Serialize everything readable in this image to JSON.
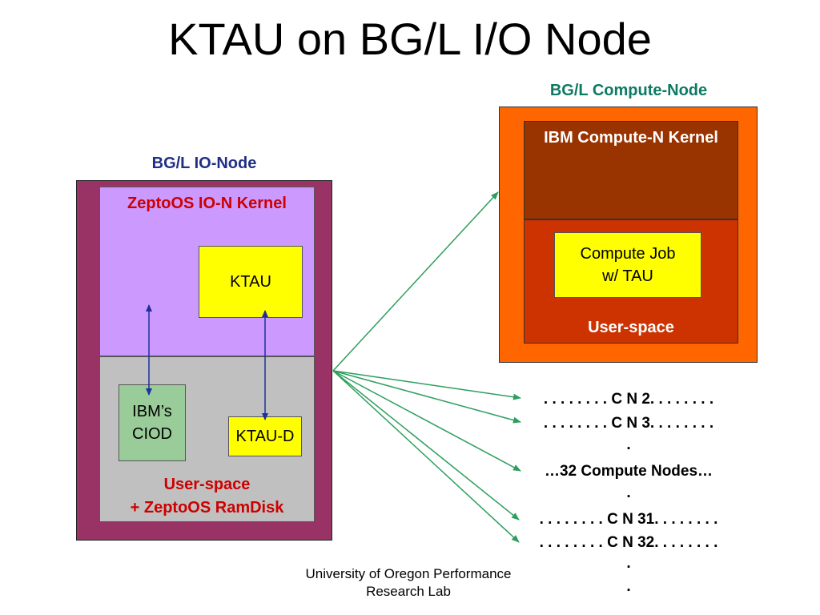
{
  "title": "KTAU on BG/L I/O Node",
  "io_node": {
    "label": "BG/L IO-Node",
    "kernel_label": "ZeptoOS IO-N Kernel",
    "ktau_label": "KTAU",
    "ciod_line1": "IBM’s",
    "ciod_line2": "CIOD",
    "ktaud_label": "KTAU-D",
    "userspace_line1": "User-space",
    "userspace_line2": "+ ZeptoOS RamDisk"
  },
  "compute_node": {
    "label": "BG/L Compute-Node",
    "kernel_label": "IBM Compute-N Kernel",
    "job_line1": "Compute Job",
    "job_line2": "w/ TAU",
    "userspace_label": "User-space"
  },
  "node_list": [
    ". . . . . . . . C N 2. . . . . . . .",
    ". . . . . . . . C N 3. . . . . . . .",
    ".",
    "…32 Compute Nodes…",
    ".",
    ". . . . . . . . C N 31. . . . . . . .",
    ". . . . . . . . C N 32. . . . . . . .",
    ".",
    "."
  ],
  "footer_line1": "University of Oregon Performance",
  "footer_line2": "Research Lab",
  "colors": {
    "io_outer": "#993366",
    "io_kernel": "#cc99ff",
    "io_user": "#c0c0c0",
    "cn_outer": "#ff6600",
    "cn_kernel": "#993300",
    "cn_user": "#cc3300",
    "box_yellow": "#ffff00",
    "ciod_green": "#99cc99",
    "arrow_green": "#2e9e5e",
    "arrow_blue": "#1f2fa0"
  }
}
